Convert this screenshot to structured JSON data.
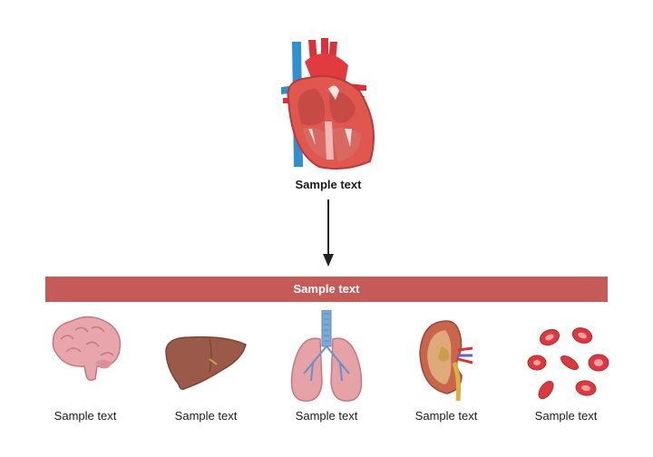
{
  "top": {
    "label": "Sample text"
  },
  "banner": {
    "label": "Sample text"
  },
  "organs": [
    {
      "name": "brain",
      "label": "Sample text"
    },
    {
      "name": "liver",
      "label": "Sample text"
    },
    {
      "name": "lungs",
      "label": "Sample text"
    },
    {
      "name": "kidney",
      "label": "Sample text"
    },
    {
      "name": "blood-cells",
      "label": "Sample text"
    }
  ],
  "colors": {
    "banner": "#c45b59",
    "heart": "#e0574f",
    "vein": "#2f8fd0"
  }
}
